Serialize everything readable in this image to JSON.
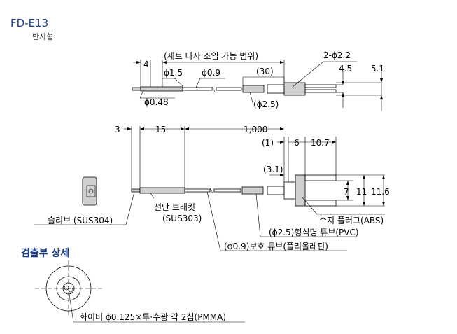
{
  "header": {
    "model": "FD-E13",
    "type_label": "반사형"
  },
  "top_view": {
    "range_label": "(세트 나사 조임 가능 범위)",
    "dim_4": "4",
    "dim_d15": "ϕ1.5",
    "dim_d09": "ϕ0.9",
    "dim_30": "(30)",
    "dim_hole": "2-ϕ2.2",
    "dim_45": "4.5",
    "dim_51": "5.1",
    "dim_d048": "ϕ0.48",
    "dim_d25": "(ϕ2.5)"
  },
  "main_view": {
    "dim_3": "3",
    "dim_15": "15",
    "dim_1000": "1,000",
    "dim_1": "(1)",
    "dim_6": "6",
    "dim_107": "10.7",
    "dim_31": "(3.1)",
    "dim_7": "7",
    "dim_11": "11",
    "dim_116": "11.6",
    "sleeve_label": "슬리브 (SUS304)",
    "bracket_label1": "선단 브래킷",
    "bracket_label2": "(SUS303)",
    "conn_label": "수지 플러그(ABS)",
    "tube_label": "(ϕ2.5)형식명 튜브(PVC)",
    "prot_label": "(ϕ0.9)보호 튜브(폴리올레핀)"
  },
  "detail": {
    "title": "검출부 상세",
    "fiber_label": "화이버 ϕ0.125×투·수광 각 2심(PMMA)"
  },
  "colors": {
    "title_blue": "#1a3a8c",
    "line": "#000000",
    "body_fill": "#d0d0d0"
  }
}
